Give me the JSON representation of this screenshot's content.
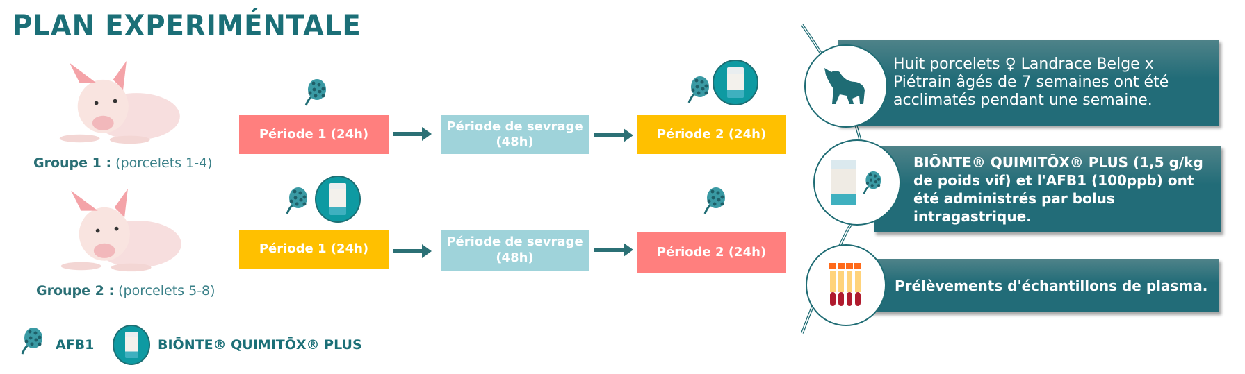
{
  "title": "PLAN EXPERIMÉNTALE",
  "groups": [
    {
      "label_bold": "Groupe 1 :",
      "label_rest": " (porcelets 1-4)",
      "steps": [
        "Période 1 (24h)",
        "Période de sevrage (48h)",
        "Période 2 (24h)"
      ]
    },
    {
      "label_bold": "Groupe 2 :",
      "label_rest": " (porcelets 5-8)",
      "steps": [
        "Période 1 (24h)",
        "Période de sevrage (48h)",
        "Période 2 (24h)"
      ]
    }
  ],
  "legend": {
    "afb1": "AFB1",
    "product": "BIŌNTE® QUIMITŌX® PLUS"
  },
  "panels": [
    {
      "text": "Huit porcelets ♀ Landrace Belge x Piétrain âgés de 7 semaines ont été acclimatés pendant une semaine."
    },
    {
      "text": "BIŌNTE® QUIMITŌX® PLUS (1,5 g/kg de poids vif) et l'AFB1 (100ppb) ont été administrés par bolus intragastrique."
    },
    {
      "text": "Prélèvements d'échantillons de plasma."
    }
  ],
  "colors": {
    "teal": "#1b6f77",
    "salmon": "#ff7f7e",
    "lightblue": "#9fd3da",
    "yellow": "#ffc000"
  }
}
